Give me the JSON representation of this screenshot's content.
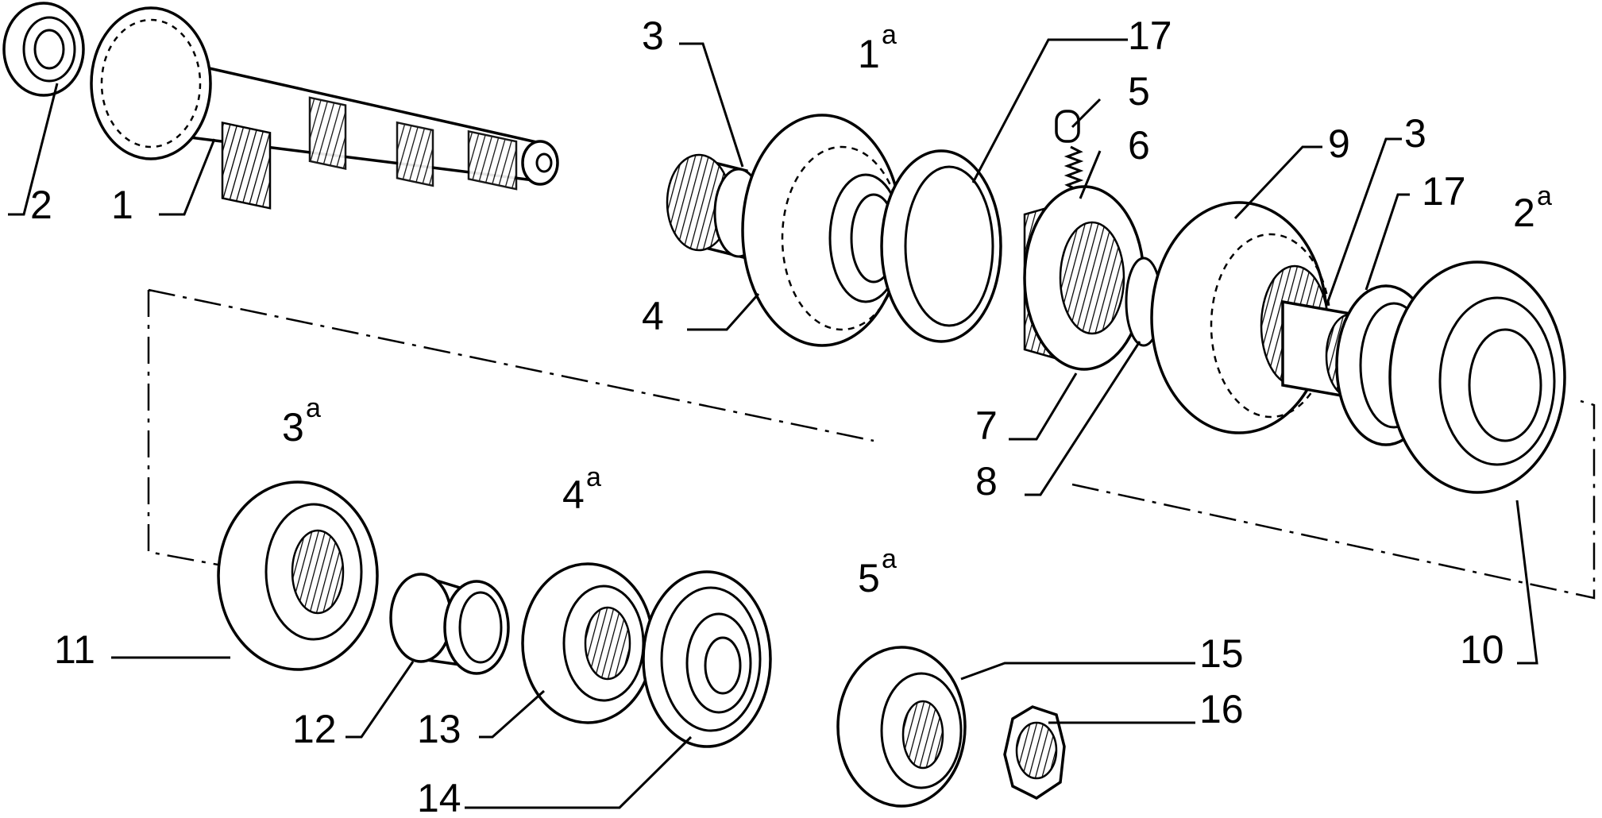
{
  "diagram": {
    "part_labels": {
      "p1": "1",
      "p2": "2",
      "p3a": "3",
      "p3b": "3",
      "p4": "4",
      "p5": "5",
      "p6": "6",
      "p7": "7",
      "p8": "8",
      "p9": "9",
      "p10": "10",
      "p11": "11",
      "p12": "12",
      "p13": "13",
      "p14": "14",
      "p15": "15",
      "p16": "16",
      "p17a": "17",
      "p17b": "17"
    },
    "gear_labels": {
      "g1": {
        "num": "1",
        "sup": "a"
      },
      "g2": {
        "num": "2",
        "sup": "a"
      },
      "g3": {
        "num": "3",
        "sup": "a"
      },
      "g4": {
        "num": "4",
        "sup": "a"
      },
      "g5": {
        "num": "5",
        "sup": "a"
      }
    }
  }
}
